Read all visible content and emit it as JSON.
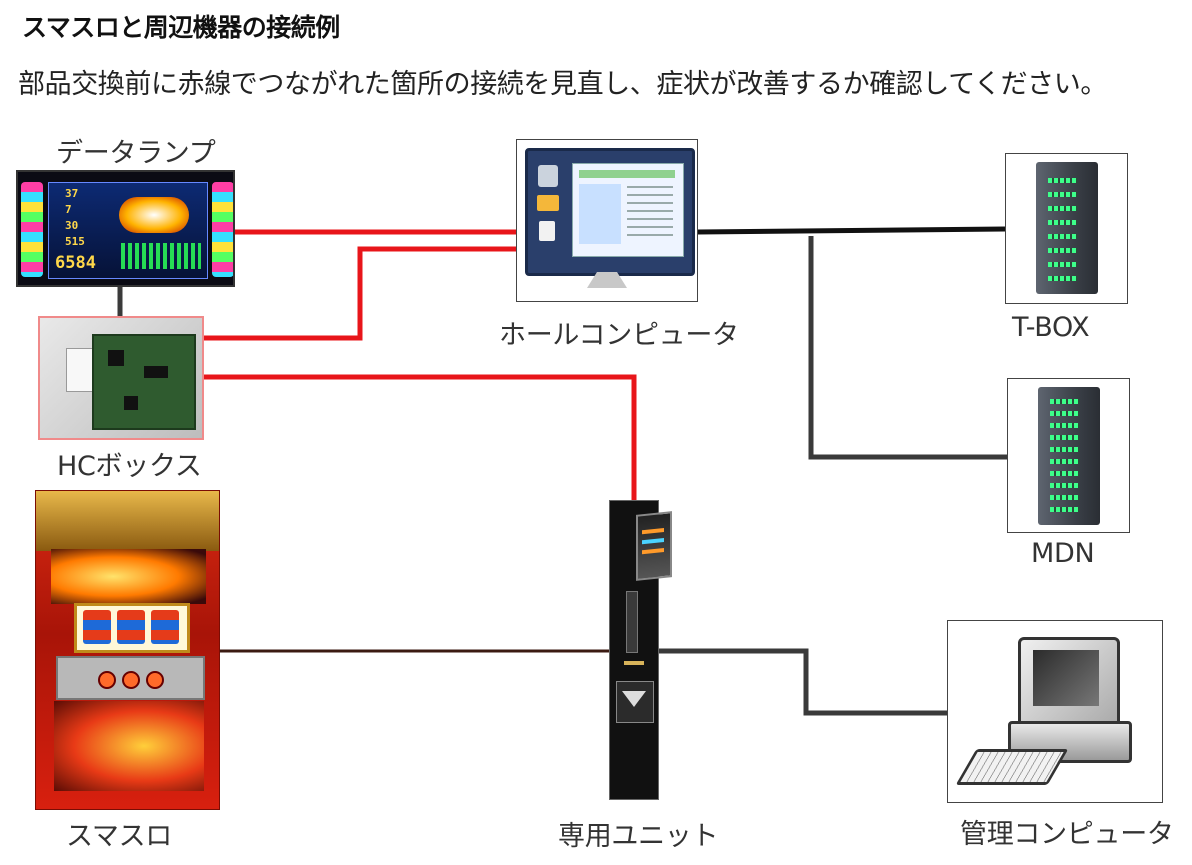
{
  "header": {
    "title": "スマスロと周辺機器の接続例",
    "instruction": "部品交換前に赤線でつながれた箇所の接続を見直し、症状が改善するか確認してください。"
  },
  "devices": {
    "data_lamp": "データランプ",
    "hc_box": "HCボックス",
    "smart_slot": "スマスロ",
    "hall_computer": "ホールコンピュータ",
    "dedicated_unit": "専用ユニット",
    "tbox": "T-BOX",
    "mdn": "MDN",
    "management_computer": "管理コンピュータ"
  },
  "lamp_display": {
    "big": "6584",
    "rows": [
      "37",
      "7",
      "30",
      "515"
    ]
  },
  "colors": {
    "highlight_line": "#e8151a",
    "normal_line": "#3a3a3a",
    "dark_line": "#111111"
  }
}
